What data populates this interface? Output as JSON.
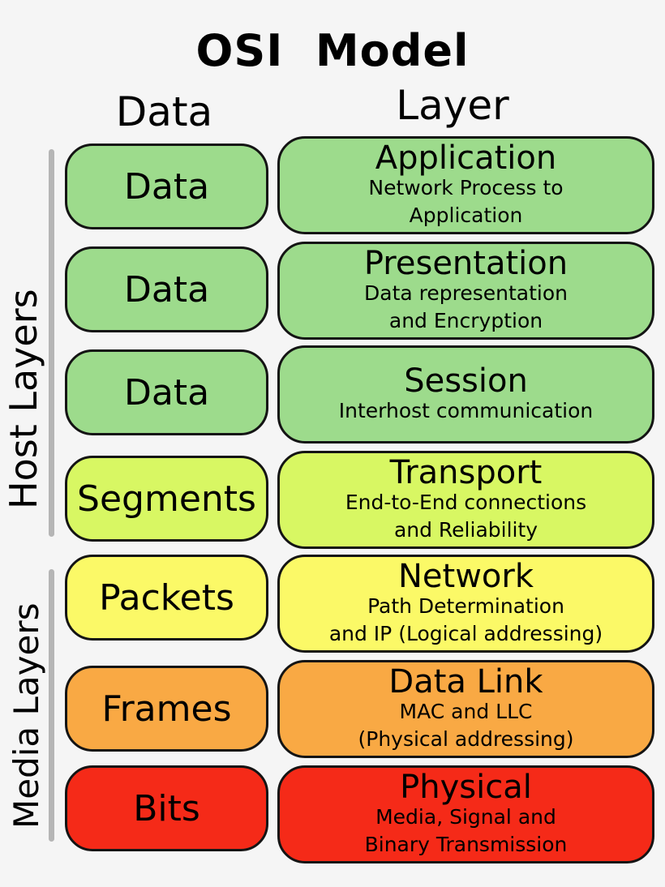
{
  "title": "OSI  Model",
  "headers": {
    "data": "Data",
    "layer": "Layer"
  },
  "groups": {
    "host": "Host Layers",
    "media": "Media Layers"
  },
  "layers": [
    {
      "pdu": "Data",
      "name": "Application",
      "desc1": "Network Process to",
      "desc2": "Application",
      "color": "#9ddb8c"
    },
    {
      "pdu": "Data",
      "name": "Presentation",
      "desc1": "Data representation",
      "desc2": "and Encryption",
      "color": "#9ddb8c"
    },
    {
      "pdu": "Data",
      "name": "Session",
      "desc1": "Interhost communication",
      "desc2": "",
      "color": "#9ddb8c"
    },
    {
      "pdu": "Segments",
      "name": "Transport",
      "desc1": "End-to-End connections",
      "desc2": "and Reliability",
      "color": "#d8f763"
    },
    {
      "pdu": "Packets",
      "name": "Network",
      "desc1": "Path Determination",
      "desc2": "and IP (Logical addressing)",
      "color": "#fbf967"
    },
    {
      "pdu": "Frames",
      "name": "Data Link",
      "desc1": "MAC and LLC",
      "desc2": "(Physical addressing)",
      "color": "#f9a944"
    },
    {
      "pdu": "Bits",
      "name": "Physical",
      "desc1": "Media, Signal and",
      "desc2": "Binary Transmission",
      "color": "#f52a18"
    }
  ]
}
